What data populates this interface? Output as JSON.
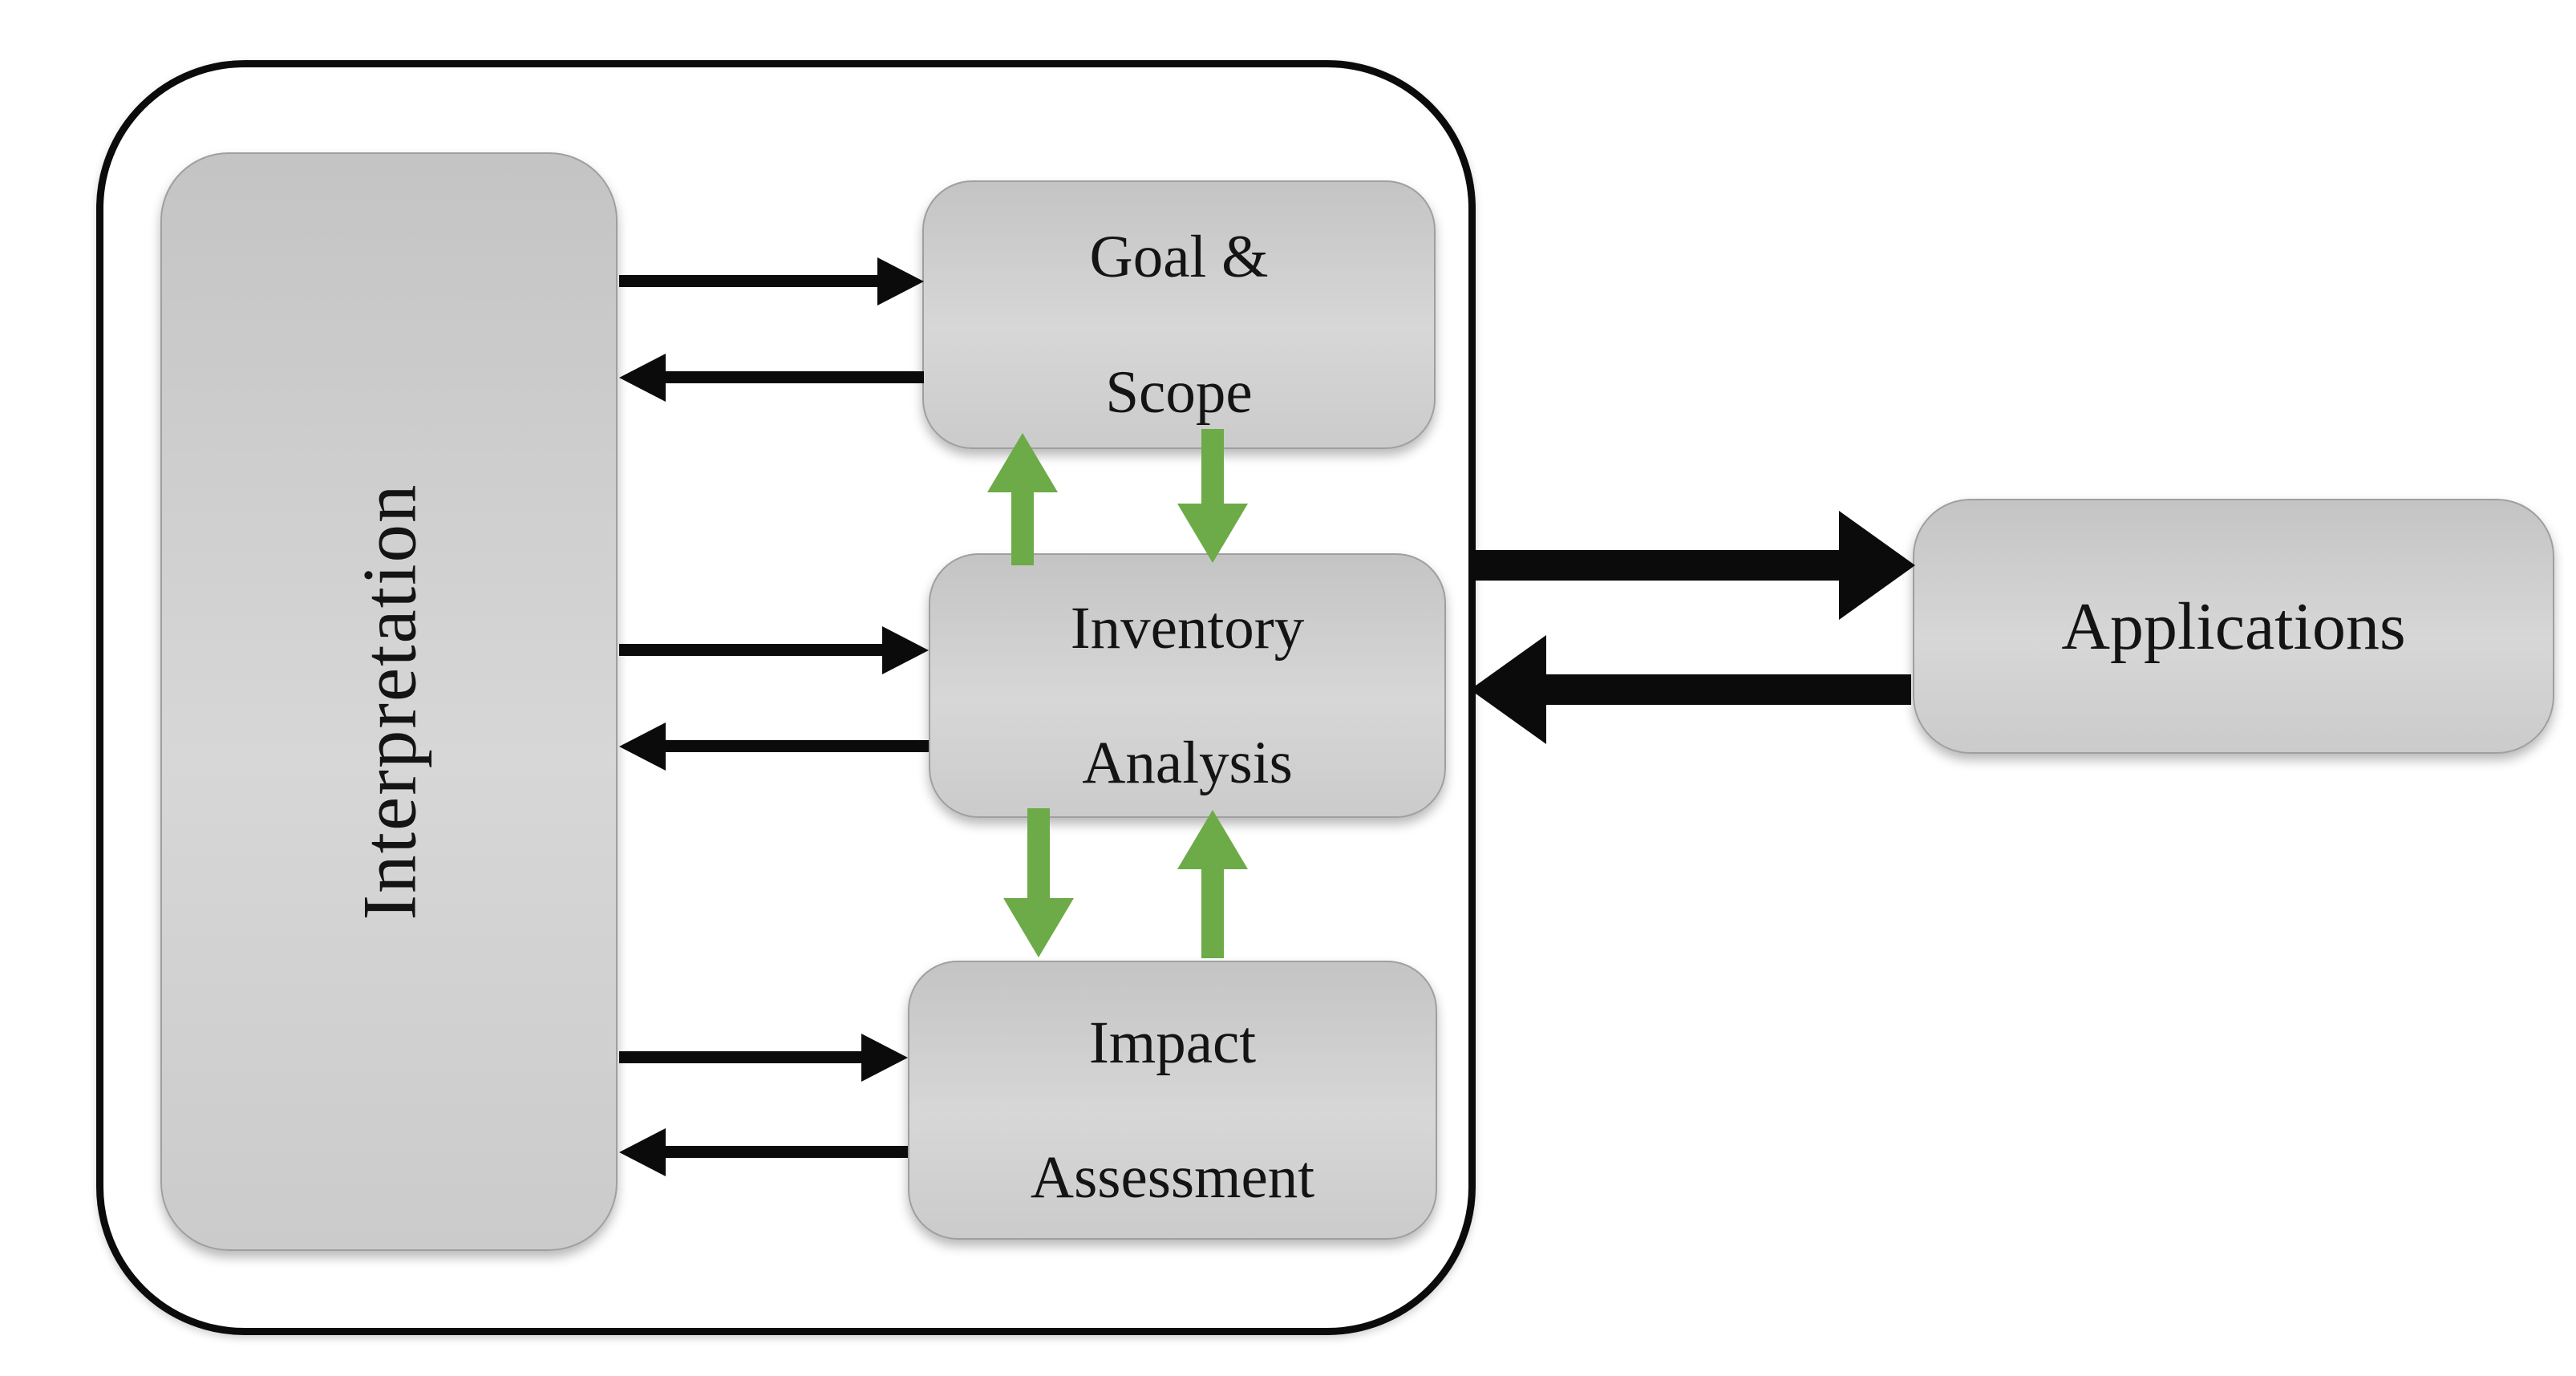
{
  "boxes": {
    "interpretation": {
      "label": "Interpretation"
    },
    "goal_scope": {
      "lines": [
        "Goal &",
        "Scope"
      ]
    },
    "inventory_analysis": {
      "lines": [
        "Inventory",
        "Analysis"
      ]
    },
    "impact_assessment": {
      "lines": [
        "Impact",
        "Assessment"
      ]
    },
    "applications": {
      "label": "Applications"
    }
  },
  "colors": {
    "background": "#ffffff",
    "frame_border": "#0b0b0b",
    "arrow_black": "#0b0b0b",
    "arrow_green": "#6cab47",
    "box_border": "#9f9f9f",
    "box_fill_top": "#c4c4c4",
    "box_fill_mid": "#d7d7d7",
    "box_fill_bottom": "#cbcbcb",
    "text_color": "#141414"
  }
}
